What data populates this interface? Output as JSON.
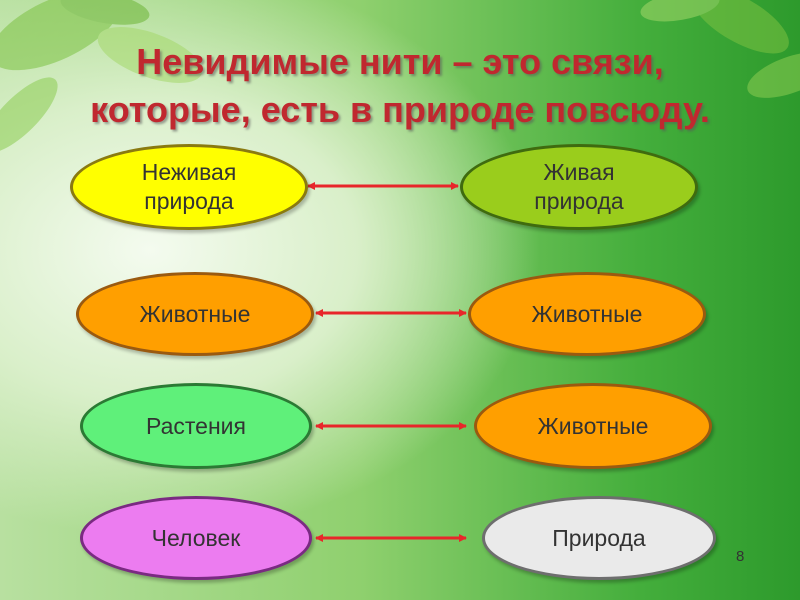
{
  "slide": {
    "title_lines": [
      "Невидимые нити – это связи,",
      "которые, есть в природе повсюду."
    ],
    "page_number": "8",
    "rows": [
      {
        "left": {
          "label": "Неживая\nприрода",
          "color": "#ffff00"
        },
        "right": {
          "label": "Живая\nприрода",
          "color": "#9acd1c"
        },
        "arrow": "bidirectional"
      },
      {
        "left": {
          "label": "Животные",
          "color": "#ff9f00"
        },
        "right": {
          "label": "Животные",
          "color": "#ff9f00"
        },
        "arrow": "bidirectional"
      },
      {
        "left": {
          "label": "Растения",
          "color": "#5ff07a"
        },
        "right": {
          "label": "Животные",
          "color": "#ff9f00"
        },
        "arrow": "bidirectional"
      },
      {
        "left": {
          "label": "Человек",
          "color": "#ec7cf0"
        },
        "right": {
          "label": "Природа",
          "color": "#eaeaea"
        },
        "arrow": "bidirectional"
      }
    ],
    "colors": {
      "title": "#c0282f",
      "arrow": "#e8262a",
      "background_accent": "#44ae3c"
    }
  }
}
